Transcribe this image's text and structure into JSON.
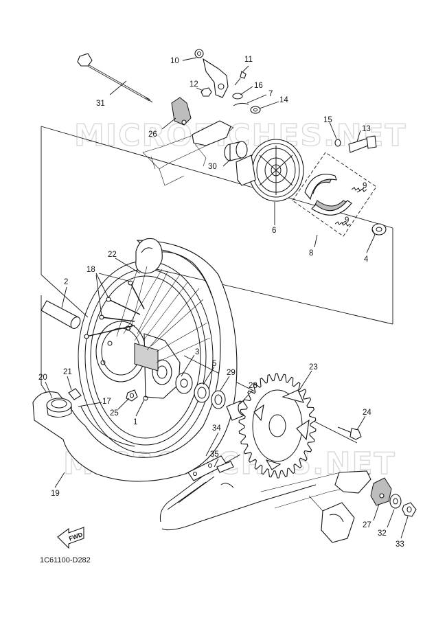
{
  "watermark": "MICROFICHES.NET",
  "diagram_code": "1C61100-D282",
  "fwd_label": "FWD",
  "parts": [
    {
      "id": "p1",
      "label": "1"
    },
    {
      "id": "p2",
      "label": "2"
    },
    {
      "id": "p3",
      "label": "3"
    },
    {
      "id": "p4",
      "label": "4"
    },
    {
      "id": "p5",
      "label": "5"
    },
    {
      "id": "p6",
      "label": "6"
    },
    {
      "id": "p7",
      "label": "7"
    },
    {
      "id": "p8",
      "label": "8"
    },
    {
      "id": "p9a",
      "label": "9"
    },
    {
      "id": "p9b",
      "label": "9"
    },
    {
      "id": "p10",
      "label": "10"
    },
    {
      "id": "p11",
      "label": "11"
    },
    {
      "id": "p12",
      "label": "12"
    },
    {
      "id": "p13",
      "label": "13"
    },
    {
      "id": "p14",
      "label": "14"
    },
    {
      "id": "p15",
      "label": "15"
    },
    {
      "id": "p16",
      "label": "16"
    },
    {
      "id": "p17",
      "label": "17"
    },
    {
      "id": "p18",
      "label": "18"
    },
    {
      "id": "p19",
      "label": "19"
    },
    {
      "id": "p20",
      "label": "20"
    },
    {
      "id": "p21",
      "label": "21"
    },
    {
      "id": "p22",
      "label": "22"
    },
    {
      "id": "p23",
      "label": "23"
    },
    {
      "id": "p24",
      "label": "24"
    },
    {
      "id": "p25",
      "label": "25"
    },
    {
      "id": "p26",
      "label": "26"
    },
    {
      "id": "p27",
      "label": "27"
    },
    {
      "id": "p28",
      "label": "28"
    },
    {
      "id": "p29",
      "label": "29"
    },
    {
      "id": "p30",
      "label": "30"
    },
    {
      "id": "p31",
      "label": "31"
    },
    {
      "id": "p32",
      "label": "32"
    },
    {
      "id": "p33",
      "label": "33"
    },
    {
      "id": "p34",
      "label": "34"
    },
    {
      "id": "p35",
      "label": "35"
    }
  ]
}
